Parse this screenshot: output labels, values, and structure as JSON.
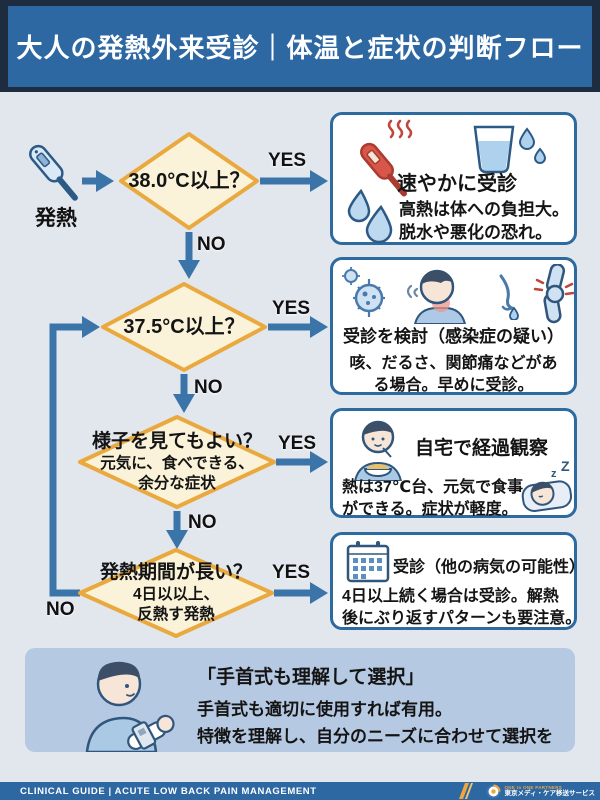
{
  "header": {
    "title": "大人の発熱外来受診｜体温と症状の判断フロー"
  },
  "start": {
    "label": "発熱"
  },
  "flow": {
    "yes": "YES",
    "no": "NO",
    "decisions": [
      {
        "line1": "38.0°C以上？"
      },
      {
        "line1": "37.5°C以上？"
      },
      {
        "line1": "様子を見てもよい？",
        "line2": "元気に、食べできる、",
        "line3": "余分な症状"
      },
      {
        "line1": "発熱期間が長い？",
        "line2": "4日以以上、",
        "line3": "反熱す発熱"
      }
    ],
    "results": [
      {
        "title": "速やかに受診",
        "line1": "高熱は体への負担大。",
        "line2": "脱水や悪化の恐れ。"
      },
      {
        "title": "受診を検討（感染症の疑い）",
        "line1": "咳、だるさ、関節痛などがあ",
        "line2": "る場合。早めに受診。"
      },
      {
        "title": "自宅で経過観察",
        "line1": "熱は37℃台、元気で食事",
        "line2": "ができる。症状が軽度。"
      },
      {
        "title": "受診（他の病気の可能性）",
        "line1": "4日以上続く場合は受診。解熱",
        "line2": "後にぶり返すパターンも要注意。"
      }
    ]
  },
  "sleep": {
    "z_small": "z",
    "z_big": "Z"
  },
  "note": {
    "title": "「手首式も理解して選択」",
    "line1": "手首式も適切に使用すれば有用。",
    "line2": "特徴を理解し、自分のニーズに合わせて選択を"
  },
  "footer": {
    "left": "CLINICAL GUIDE   |   ACUTE LOW BACK PAIN MANAGEMENT",
    "logo_top": "ONE to ONE PARTNERS",
    "logo_bottom": "東京メディ・ケア移送サービス"
  },
  "colors": {
    "header_bg": "#2d68a3",
    "page_bg": "#e2e7ee",
    "arrow": "#3a74a9",
    "diamond_fill": "#faf3d9",
    "diamond_border": "#e9a93f",
    "box_border": "#2c6aa0",
    "note_bg": "#b6c9e2",
    "alert_red": "#c0453a"
  }
}
